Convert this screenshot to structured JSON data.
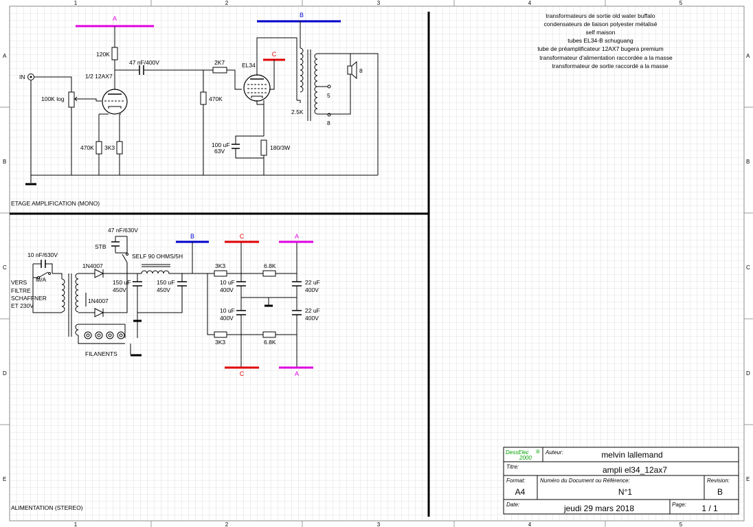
{
  "border": {
    "columns": [
      "1",
      "2",
      "3",
      "4",
      "5"
    ],
    "rows": [
      "A",
      "B",
      "C",
      "D",
      "E"
    ]
  },
  "colors": {
    "rail_a": "#e000e0",
    "rail_b": "#0000cc",
    "rail_c": "#e00000",
    "grid": "#d6d6d6"
  },
  "notes": [
    "transformateurs de sortie old water buffalo",
    "condensateurs de liaison polyester métalisé",
    "self maison",
    "tubes EL34-B schuguang",
    "tube de préamplificateur 12AX7 bugera premium",
    "transformateur d'alimentation raccordée a la masse",
    "transformateur de sortie raccordé a la masse"
  ],
  "amp": {
    "section_title": "ETAGE AMPLIFICATION (MONO)",
    "rail_a": "A",
    "rail_b": "B",
    "rail_c": "C",
    "input": "IN",
    "pot": "100K log",
    "r_plate": "120K",
    "tube1": "1/2 12AX7",
    "coupling_cap": "47 nF/400V",
    "r_grid_stop": "2K7",
    "tube2": "EL34",
    "r_grid": "470K",
    "r_cathode1a": "470K",
    "r_cathode1b": "3K3",
    "cathode_cap": "100 uF",
    "cathode_cap_v": "63V",
    "r_cathode2": "180/3W",
    "ot_primary": "2.5K",
    "tap_8": "8",
    "tap_5": "5",
    "tap_8b": "8"
  },
  "psu": {
    "section_title": "ALIMENTATION (STEREO)",
    "cap_filter": "10 nF/630V",
    "switch_ma": "M/A",
    "mains": [
      "VERS",
      "FILTRE",
      "SCHAFFNER",
      "ET 230V"
    ],
    "diode1": "1N4007",
    "diode2": "1N4007",
    "filaments": "FILANENTS",
    "stb_cap": "47 nF/630V",
    "stb": "STB",
    "choke": "SELF 90 OHMS/5H",
    "c1": "150 uF",
    "c1_v": "450V",
    "c2": "150 uF",
    "c2_v": "450V",
    "rail_b": "B",
    "rail_c_top": "C",
    "rail_a_top": "A",
    "rail_c_bot": "C",
    "rail_a_bot": "A",
    "r_3k3_top": "3K3",
    "r_6k8_top": "6.8K",
    "r_3k3_bot": "3K3",
    "r_6k8_bot": "6.8K",
    "c_10uf_top": "10 uF",
    "c_10uf_top_v": "400V",
    "c_10uf_bot": "10 uF",
    "c_10uf_bot_v": "400V",
    "c_22uf_top": "22 uF",
    "c_22uf_top_v": "400V",
    "c_22uf_bot": "22 uF",
    "c_22uf_bot_v": "400V"
  },
  "titleblock": {
    "logo_line1": "DessElec",
    "logo_reg": "®",
    "logo_line2": "2000",
    "author_label": "Auteur:",
    "author": "melvin lallemand",
    "title_label": "Titre:",
    "title": "ampli el34_12ax7",
    "format_label": "Format:",
    "format": "A4",
    "docnum_label": "Numéro du Document ou Référence:",
    "docnum": "N°1",
    "revision_label": "Revision:",
    "revision": "B",
    "date_label": "Date:",
    "date": "jeudi 29 mars 2018",
    "page_label": "Page:",
    "page": "1 / 1"
  }
}
